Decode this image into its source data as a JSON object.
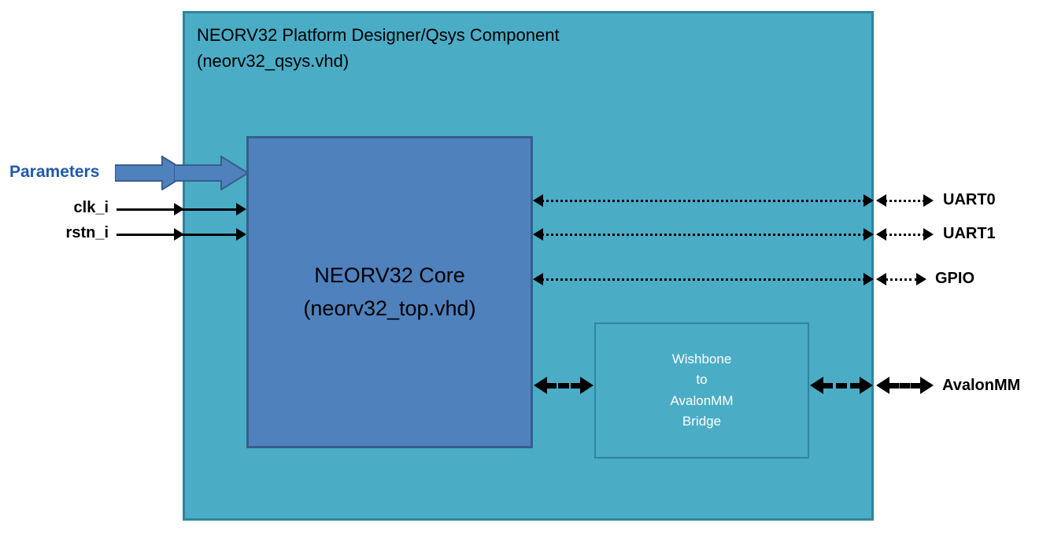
{
  "diagram": {
    "container": {
      "title_line1": "NEORV32 Platform Designer/Qsys Component",
      "title_line2": "(neorv32_qsys.vhd)"
    },
    "core": {
      "label_line1": "NEORV32 Core",
      "label_line2": "(neorv32_top.vhd)"
    },
    "bridge": {
      "lines": [
        "Wishbone",
        "to",
        "AvalonMM",
        "Bridge"
      ]
    },
    "inputs": {
      "parameters": {
        "label": "Parameters",
        "connector": "block-arrow"
      },
      "clk": {
        "label": "clk_i",
        "connector": "solid-arrow"
      },
      "rstn": {
        "label": "rstn_i",
        "connector": "solid-arrow"
      }
    },
    "outputs": {
      "uart0": {
        "label": "UART0",
        "connector": "dotted-double-arrow"
      },
      "uart1": {
        "label": "UART1",
        "connector": "dotted-double-arrow"
      },
      "gpio": {
        "label": "GPIO",
        "connector": "dotted-double-arrow"
      },
      "avalonmm": {
        "label": "AvalonMM",
        "connector": "dashed-thick-double-arrow"
      }
    },
    "colors": {
      "container_fill": "#4BACC6",
      "container_border": "#31859C",
      "core_fill": "#4F81BD",
      "core_border": "#385D8A",
      "bridge_fill": "#4BACC6",
      "bridge_border": "#31859C",
      "bridge_text": "#FFFFFF",
      "parameters_text": "#1F5AA8",
      "signal_color": "#000000"
    }
  }
}
